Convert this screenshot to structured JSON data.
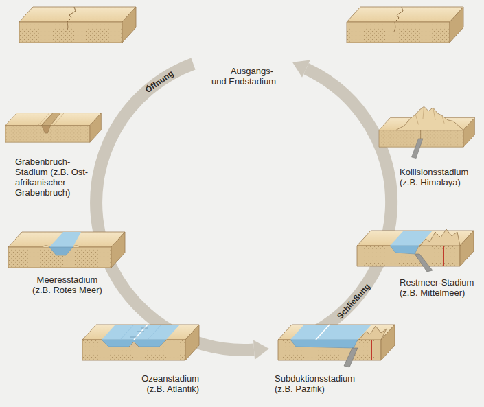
{
  "diagram": {
    "labels": [
      "Ausgangs- und Endstadium",
      "Öffnung",
      "Grabenbruch- Stadium (z.B. Ost- afrikanischer Grabenbruch)",
      "Kollisionsstadium (z.B. Himalaya)",
      "Meeresstadium (z.B. Rotes Meer)",
      "Restmeer-Stadium (z.B. Mittelmeer)",
      "Schließung",
      "Ozeanstadium (z.B. Atlantik)",
      "Subduktionsstadium (z.B. Pazifik)"
    ]
  }
}
